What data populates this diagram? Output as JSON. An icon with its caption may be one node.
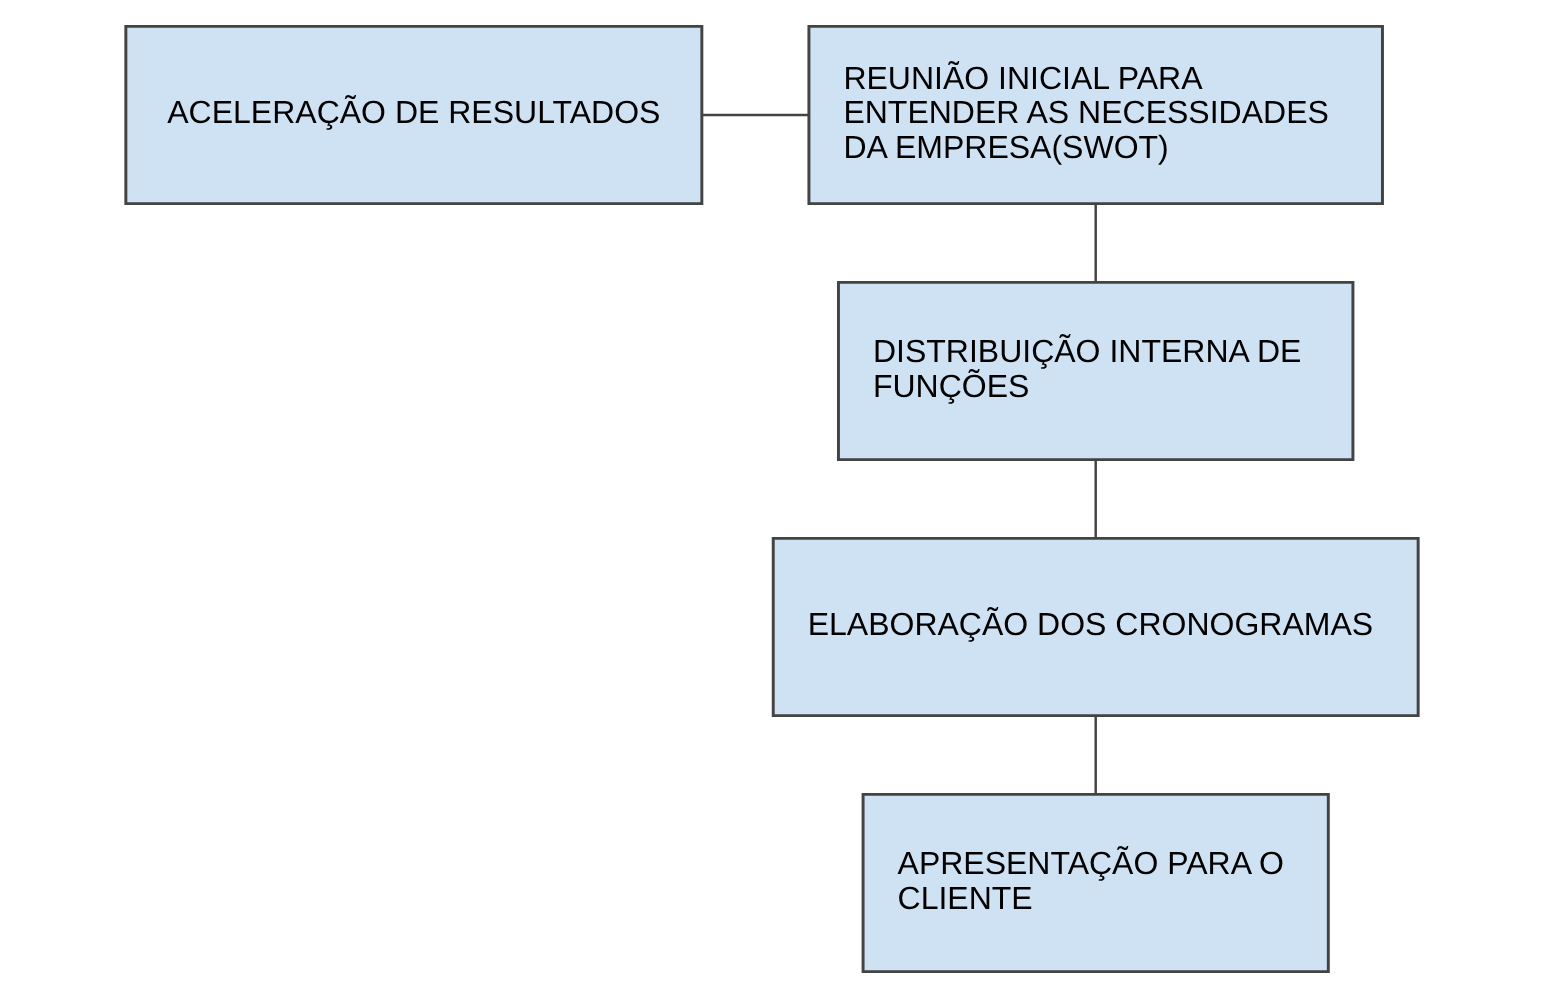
{
  "diagram": {
    "nodes": [
      {
        "text": [
          "ACELERAÇÃO DE RESULTADOS"
        ]
      },
      {
        "text": [
          "REUNIÃO INICIAL PARA ENTENDER AS NECESSIDADES DA EMPRESA(SWOT)"
        ]
      },
      {
        "text": [
          "DISTRIBUIÇÃO INTERNA DE FUNÇÕES"
        ]
      },
      {
        "text": [
          "ELABORAÇÃO DOS CRONOGRAMAS"
        ]
      },
      {
        "text": [
          "APRESENTAÇÃO PARA O CLIENTE"
        ]
      }
    ],
    "edges": [
      {
        "from": 0,
        "to": 1,
        "arrow": "none"
      },
      {
        "from": 1,
        "to": 2,
        "arrow": "none"
      },
      {
        "from": 2,
        "to": 3,
        "arrow": "none"
      },
      {
        "from": 3,
        "to": 4,
        "arrow": "none"
      }
    ]
  }
}
